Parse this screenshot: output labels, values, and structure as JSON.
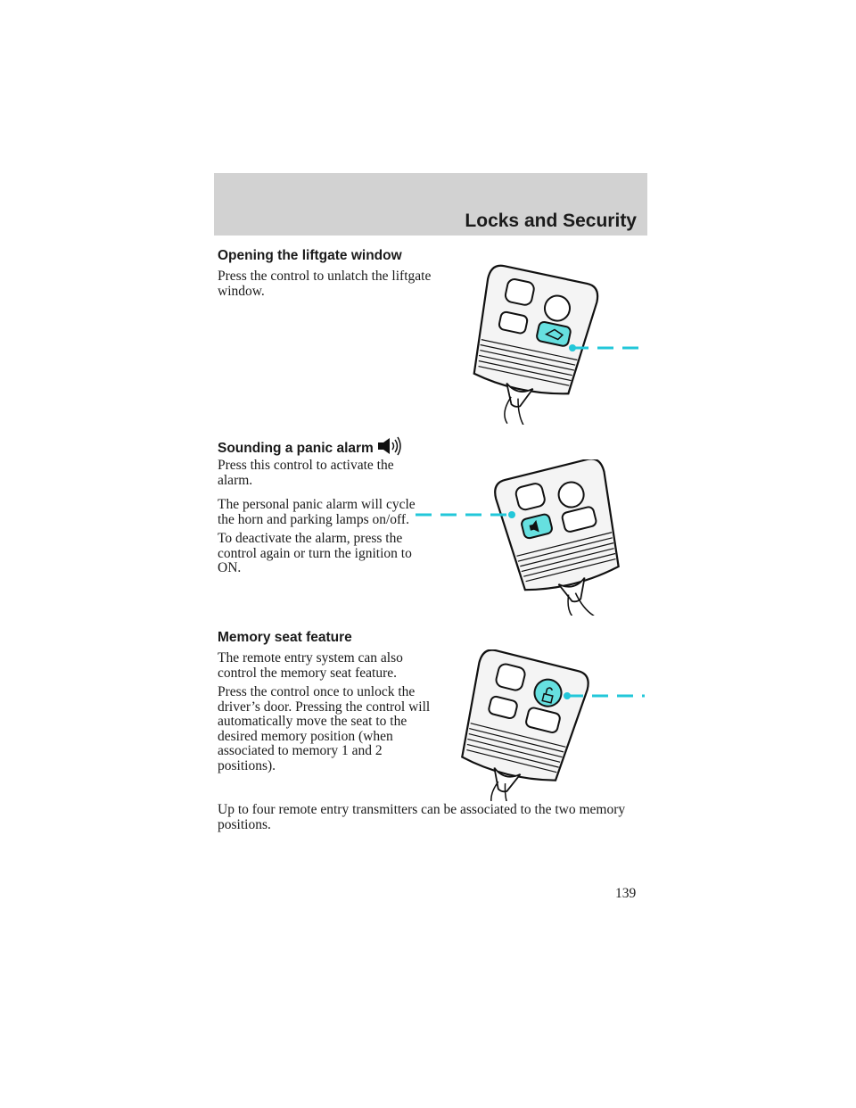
{
  "header": {
    "title": "Locks and Security"
  },
  "sections": [
    {
      "heading": "Opening the liftgate window",
      "paragraphs": [
        "Press the control to unlatch the liftgate window."
      ]
    },
    {
      "heading": "Sounding a panic alarm",
      "heading_icon": "panic-alarm-icon",
      "paragraphs": [
        "Press this control to activate the alarm.",
        "The personal panic alarm will cycle the horn and parking lamps on/off.",
        "To deactivate the alarm, press the control again or turn the ignition to ON."
      ]
    },
    {
      "heading": "Memory seat feature",
      "paragraphs": [
        "The remote entry system can also control the memory seat feature.",
        "Press the control once to unlock the driver’s door. Pressing the control will automatically move the seat to the desired memory position (when associated to memory 1 and 2 positions).",
        "Up to four remote entry transmitters can be associated to the two memory positions."
      ]
    }
  ],
  "illustrations": [
    {
      "name": "key-fob-liftgate",
      "highlighted_button": "liftgate-icon",
      "arrow": "right"
    },
    {
      "name": "key-fob-panic",
      "highlighted_button": "panic-alarm-icon",
      "arrow": "left"
    },
    {
      "name": "key-fob-unlock",
      "highlighted_button": "unlock-icon",
      "arrow": "right"
    }
  ],
  "colors": {
    "highlight": "#66e0e0",
    "header_band": "#d2d2d2"
  },
  "page_number": "139"
}
